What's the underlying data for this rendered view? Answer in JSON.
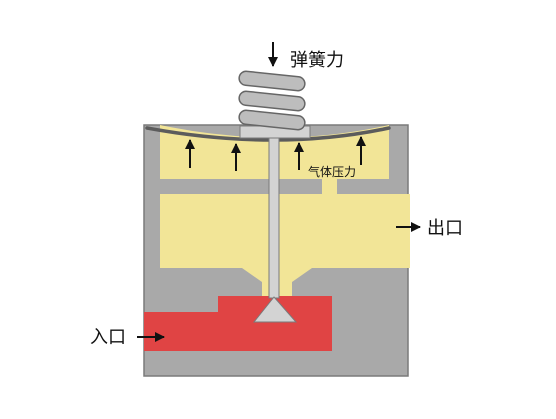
{
  "labels": {
    "spring_force": "弹簧力",
    "gas_pressure": "气体压力",
    "outlet": "出口",
    "inlet": "入口"
  },
  "colors": {
    "body_gray": "#a9a9a9",
    "body_stroke": "#7a7a7a",
    "gas_yellow": "#f2e597",
    "inlet_red": "#e04444",
    "valve_gray": "#d3d3d3",
    "diaphragm": "#5c5c5c",
    "arrow": "#111111"
  }
}
